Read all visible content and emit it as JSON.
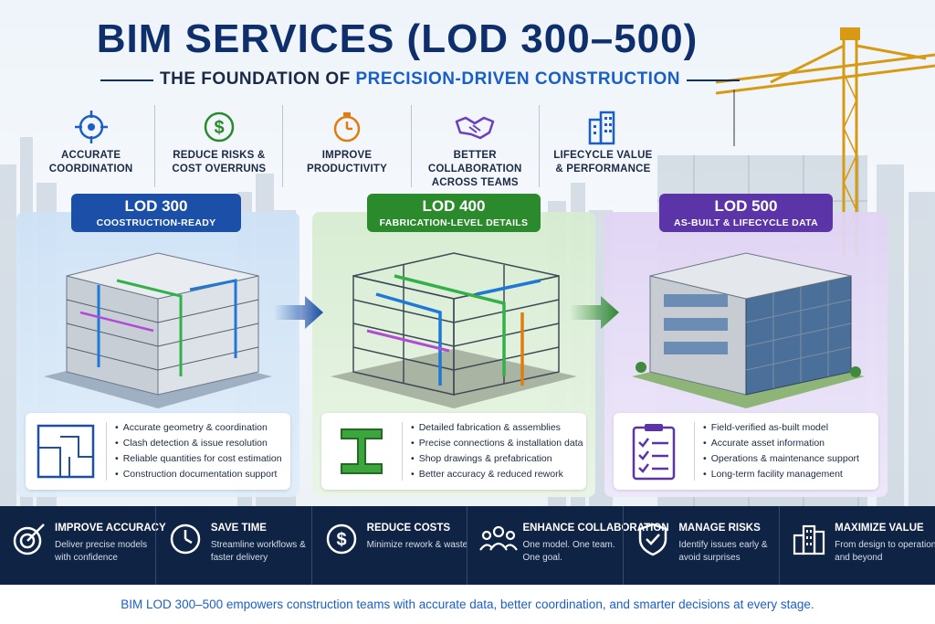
{
  "header": {
    "title": "BIM SERVICES (LOD 300–500)",
    "subtitle_prefix": "THE FOUNDATION OF ",
    "subtitle_highlight": "PRECISION-DRIVEN CONSTRUCTION"
  },
  "benefits": [
    {
      "icon": "target-icon",
      "line1": "ACCURATE",
      "line2": "COORDINATION"
    },
    {
      "icon": "dollar-icon",
      "line1": "REDUCE RISKS &",
      "line2": "COST OVERRUNS"
    },
    {
      "icon": "stopwatch-icon",
      "line1": "IMPROVE",
      "line2": "PRODUCTIVITY"
    },
    {
      "icon": "handshake-icon",
      "line1": "BETTER COLLABORATION",
      "line2": "ACROSS TEAMS"
    },
    {
      "icon": "buildings-icon",
      "line1": "LIFECYCLE VALUE",
      "line2": "& PERFORMANCE"
    }
  ],
  "lods": [
    {
      "title": "LOD 300",
      "subtitle": "COOSTRUCTION-READY",
      "icon": "floor-plan-icon",
      "color": "#1b4fa8",
      "bullets": [
        "Accurate geometry & coordination",
        "Clash detection & issue resolution",
        "Reliable quantities for cost estimation",
        "Construction documentation support"
      ]
    },
    {
      "title": "LOD 400",
      "subtitle": "FABRICATION-LEVEL DETAILS",
      "icon": "steel-beam-icon",
      "color": "#2a8a2c",
      "bullets": [
        "Detailed fabrication & assemblies",
        "Precise connections & installation data",
        "Shop drawings & prefabrication",
        "Better accuracy & reduced rework"
      ]
    },
    {
      "title": "LOD 500",
      "subtitle": "AS-BUILT & LIFECYCLE DATA",
      "icon": "clipboard-checklist-icon",
      "color": "#5b35a8",
      "bullets": [
        "Field-verified as-built model",
        "Accurate asset information",
        "Operations & maintenance support",
        "Long-term facility management"
      ]
    }
  ],
  "band": [
    {
      "icon": "target-arrow-icon",
      "title": "IMPROVE ACCURACY",
      "desc": "Deliver precise models with confidence"
    },
    {
      "icon": "clock-icon",
      "title": "SAVE TIME",
      "desc": "Streamline workflows & faster delivery"
    },
    {
      "icon": "dollar-circle-icon",
      "title": "REDUCE COSTS",
      "desc": "Minimize rework & waste"
    },
    {
      "icon": "team-icon",
      "title": "ENHANCE COLLABORATION",
      "desc": "One model. One team. One goal."
    },
    {
      "icon": "shield-check-icon",
      "title": "MANAGE RISKS",
      "desc": "Identify issues early & avoid surprises"
    },
    {
      "icon": "city-icon",
      "title": "MAXIMIZE VALUE",
      "desc": "From design to operation and beyond"
    }
  ],
  "footer": "BIM LOD 300–500 empowers construction teams with accurate data, better coordination, and smarter decisions at every stage.",
  "colors": {
    "navy": "#0e2f6b",
    "accent": "#1a5fc8",
    "band": "#0f2344",
    "lod300": "#1b4fa8",
    "lod400": "#2a8a2c",
    "lod500": "#5b35a8"
  }
}
